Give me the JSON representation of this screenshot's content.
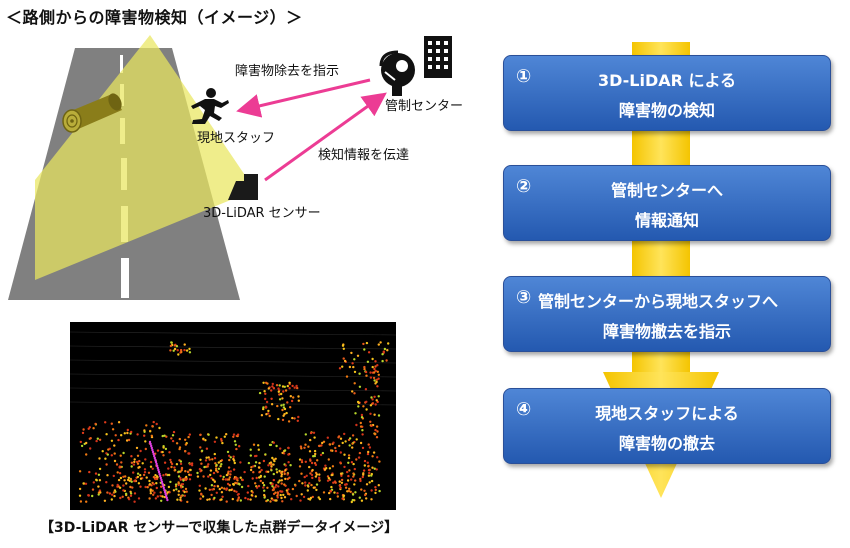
{
  "title": "＜路側からの障害物検知（イメージ）＞",
  "scene": {
    "label_instruct": "障害物除去を指示",
    "label_center": "管制センター",
    "label_staff": "現地スタッフ",
    "label_transmit": "検知情報を伝達",
    "label_sensor": "3D-LiDAR センサー"
  },
  "steps": [
    {
      "num": "①",
      "line1": "3D-LiDAR による",
      "line2": "障害物の検知"
    },
    {
      "num": "②",
      "line1": "管制センターへ",
      "line2": "情報通知"
    },
    {
      "num": "③",
      "line1": "管制センターから現地スタッフへ",
      "line2": "障害物撤去を指示"
    },
    {
      "num": "④",
      "line1": "現地スタッフによる",
      "line2": "障害物の撤去"
    }
  ],
  "pointcloud_caption": "【3D-LiDAR センサーで収集した点群データイメージ】",
  "colors": {
    "step_blue": "#2f65bf",
    "arrow_yellow": "#ffd21a",
    "pink_arrow": "#ec3c94",
    "cone_yellow": "#e9e65e",
    "road": "#7f7f7f"
  }
}
